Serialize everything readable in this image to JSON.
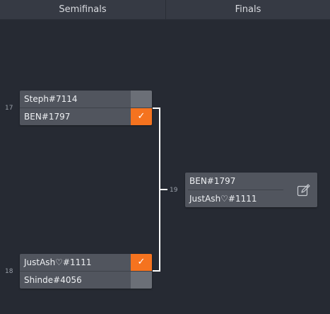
{
  "header": {
    "semis_label": "Semifinals",
    "finals_label": "Finals"
  },
  "matches": {
    "m17": {
      "number": "17",
      "p1": {
        "name": "Steph#7114",
        "winner": false
      },
      "p2": {
        "name": "BEN#1797",
        "winner": true,
        "mark": "✓"
      }
    },
    "m18": {
      "number": "18",
      "p1": {
        "name": "JustAsh♡#1111",
        "winner": true,
        "mark": "✓"
      },
      "p2": {
        "name": "Shinde#4056",
        "winner": false
      }
    },
    "m19": {
      "number": "19",
      "p1": {
        "name": "BEN#1797"
      },
      "p2": {
        "name": "JustAsh♡#1111"
      },
      "action_icon": "edit-icon"
    }
  },
  "colors": {
    "background": "#262a33",
    "header": "#363a44",
    "winner": "#f5731f",
    "card": "#51555e",
    "loser_box": "#6b6f77"
  }
}
